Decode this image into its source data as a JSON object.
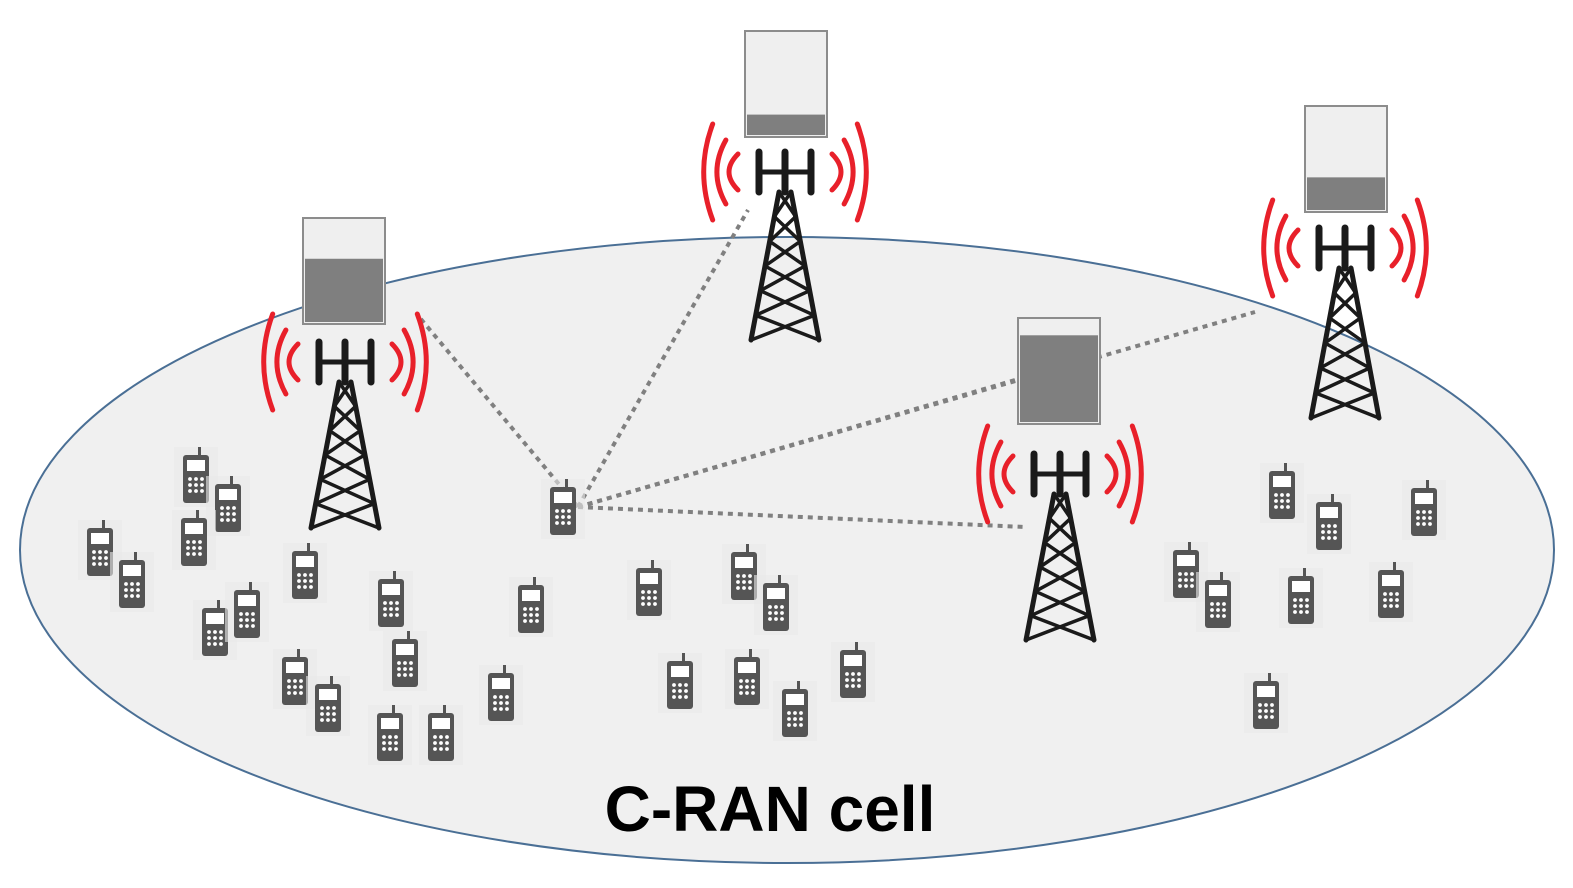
{
  "diagram": {
    "cell_label": "C-RAN cell",
    "colors": {
      "cell_fill": "#f0f0f0",
      "cell_stroke": "#4a6f95",
      "wave": "#e8202a",
      "tower": "#1a1a1a",
      "device": "#555555",
      "link": "#808080",
      "buffer_fill": "#7f7f7f",
      "buffer_empty": "#efefef",
      "buffer_border": "#8c8c8c"
    },
    "towers": [
      {
        "id": "tower-1",
        "buffer_level": 0.62
      },
      {
        "id": "tower-2",
        "buffer_level": 0.2
      },
      {
        "id": "tower-3",
        "buffer_level": 0.85
      },
      {
        "id": "tower-4",
        "buffer_level": 0.32
      }
    ],
    "icons": {
      "tower": "radio-tower-icon",
      "device": "mobile-phone-icon",
      "buffer": "buffer-icon"
    }
  }
}
